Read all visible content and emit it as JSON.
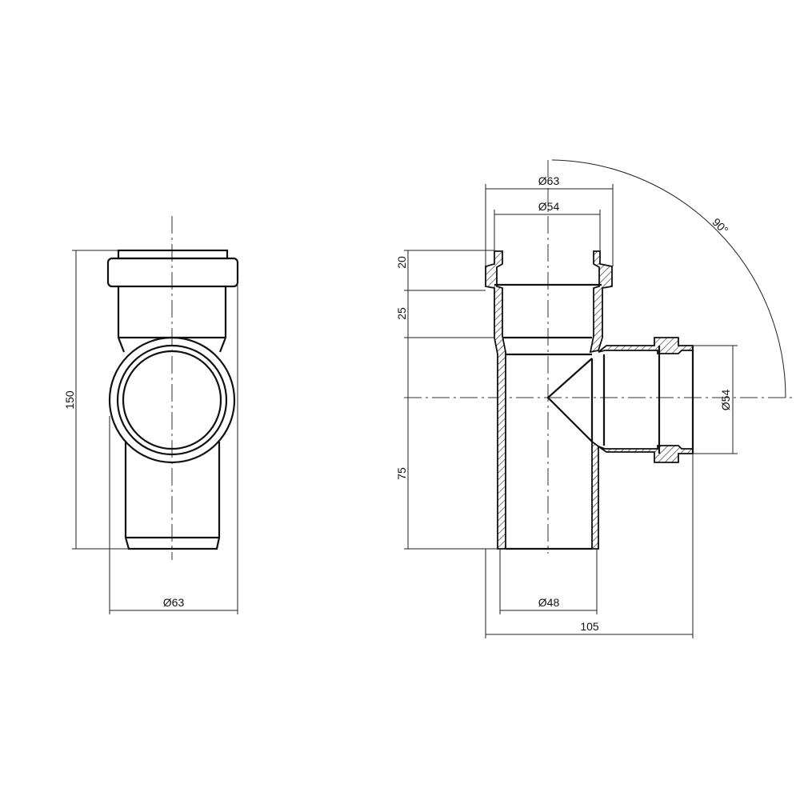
{
  "drawing": {
    "side_view": {
      "dim_height": "150",
      "dim_diameter": "Ø63"
    },
    "section_view": {
      "dim_top_outer": "Ø63",
      "dim_top_inner": "Ø54",
      "dim_socket_depth": "20",
      "dim_transition": "25",
      "dim_lower": "75",
      "dim_branch": "Ø54",
      "dim_bottom_inner": "Ø48",
      "dim_width": "105",
      "angle": "90°"
    }
  }
}
